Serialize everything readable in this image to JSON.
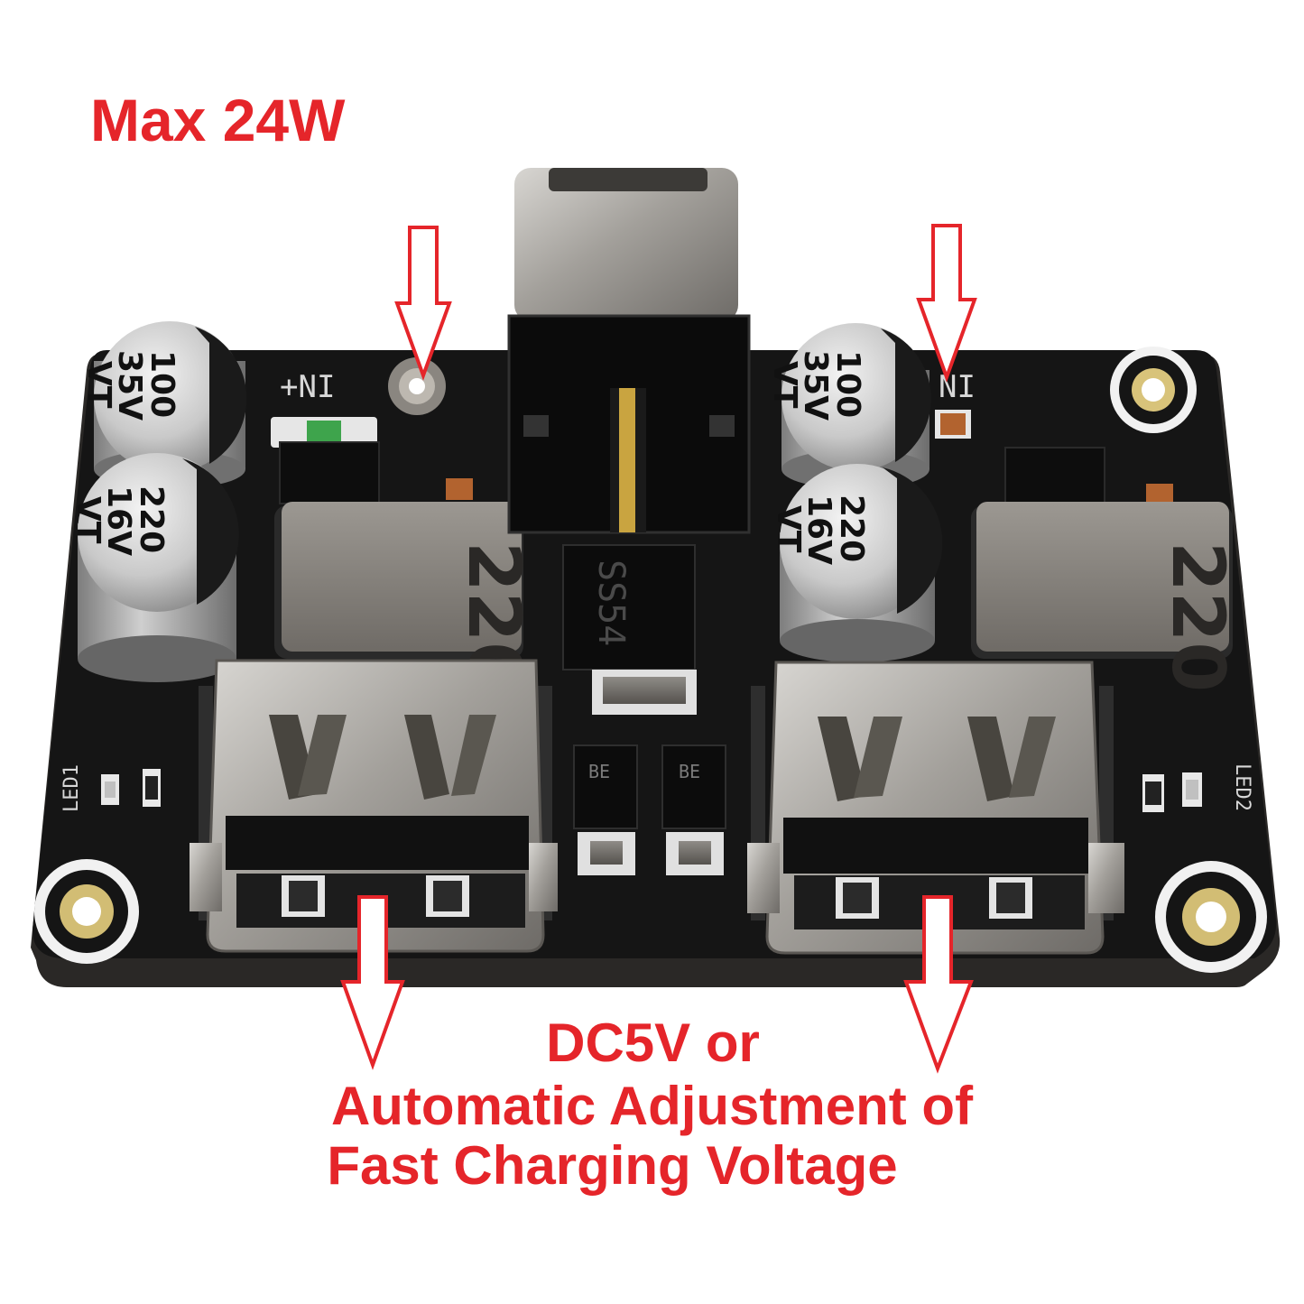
{
  "heading": {
    "text": "Max 24W"
  },
  "caption": {
    "line1": "DC5V or",
    "line2": "Automatic Adjustment of",
    "line3": "Fast Charging Voltage"
  },
  "board": {
    "input_label": "+NI",
    "input_label_right": "NI",
    "led1_label": "LED1",
    "led2_label": "LED2",
    "cap_large": {
      "value": "100",
      "voltage": "35V",
      "series": "VT"
    },
    "cap_small": {
      "value": "220",
      "voltage": "16V",
      "series": "VT"
    },
    "inductor_code": "220",
    "diode_code": "SS54",
    "smd_code": "BE"
  },
  "colors": {
    "annotation": "#e5252a",
    "pcb": "#141414",
    "silkscreen": "#d8d8d8",
    "connector_metal": "#a9a6a1"
  },
  "icons": [
    "arrow-down-icon",
    "usb-a-port",
    "usb-c-port"
  ]
}
